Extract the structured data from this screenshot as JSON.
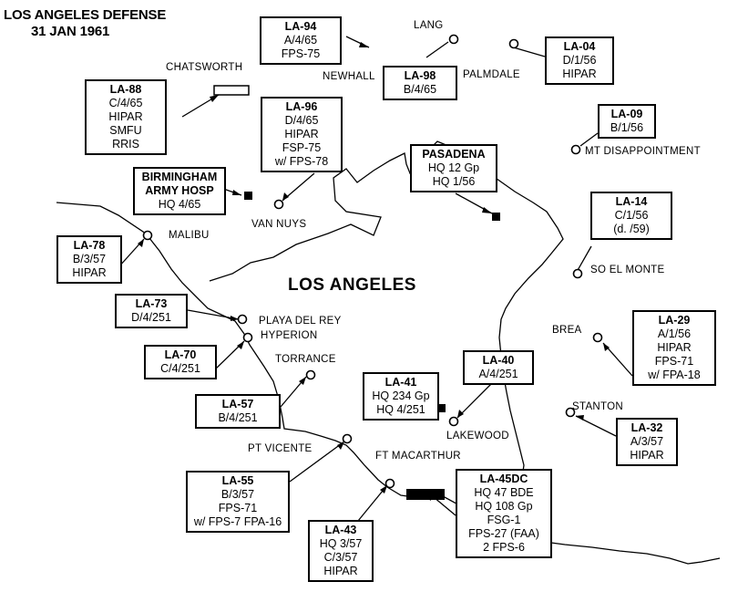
{
  "title": [
    "LOS ANGELES DEFENSE",
    "31 JAN 1961"
  ],
  "city_label": "LOS ANGELES",
  "sites": [
    {
      "id": "la94",
      "lines": [
        "LA-94",
        "A/4/65",
        "FPS-75"
      ]
    },
    {
      "id": "la98",
      "lines": [
        "LA-98",
        "B/4/65"
      ]
    },
    {
      "id": "la04",
      "lines": [
        "LA-04",
        "D/1/56",
        "HIPAR"
      ]
    },
    {
      "id": "la88",
      "lines": [
        "LA-88",
        "C/4/65",
        "HIPAR",
        "SMFU",
        "RRIS"
      ]
    },
    {
      "id": "la96",
      "lines": [
        "LA-96",
        "D/4/65",
        "HIPAR",
        "FSP-75",
        "w/ FPS-78"
      ]
    },
    {
      "id": "la09",
      "lines": [
        "LA-09",
        "B/1/56"
      ]
    },
    {
      "id": "birm",
      "lines": [
        "BIRMINGHAM",
        "ARMY HOSP",
        "HQ 4/65"
      ]
    },
    {
      "id": "pasa",
      "lines": [
        "PASADENA",
        "HQ 12 Gp",
        "HQ 1/56"
      ]
    },
    {
      "id": "la14",
      "lines": [
        "LA-14",
        "C/1/56",
        "(d. /59)"
      ]
    },
    {
      "id": "la78",
      "lines": [
        "LA-78",
        "B/3/57",
        "HIPAR"
      ]
    },
    {
      "id": "la73",
      "lines": [
        "LA-73",
        "D/4/251"
      ]
    },
    {
      "id": "la29",
      "lines": [
        "LA-29",
        "A/1/56",
        "HIPAR",
        "FPS-71",
        "w/ FPA-18"
      ]
    },
    {
      "id": "la70",
      "lines": [
        "LA-70",
        "C/4/251"
      ]
    },
    {
      "id": "la40",
      "lines": [
        "LA-40",
        "A/4/251"
      ]
    },
    {
      "id": "la41",
      "lines": [
        "LA-41",
        "HQ 234 Gp",
        "HQ 4/251"
      ]
    },
    {
      "id": "la57",
      "lines": [
        "LA-57",
        "B/4/251"
      ]
    },
    {
      "id": "la32",
      "lines": [
        "LA-32",
        "A/3/57",
        "HIPAR"
      ]
    },
    {
      "id": "la55",
      "lines": [
        "LA-55",
        "B/3/57",
        "FPS-71",
        "w/ FPS-7  FPA-16"
      ]
    },
    {
      "id": "la45",
      "lines": [
        "LA-45DC",
        "HQ 47 BDE",
        "HQ 108 Gp",
        "FSG-1",
        "FPS-27 (FAA)",
        "2 FPS-6"
      ]
    },
    {
      "id": "la43",
      "lines": [
        "LA-43",
        "HQ 3/57",
        "C/3/57",
        "HIPAR"
      ]
    }
  ],
  "places": {
    "lang": "LANG",
    "chatsworth": "CHATSWORTH",
    "newhall": "NEWHALL",
    "palmdale": "PALMDALE",
    "mtdis": "MT DISAPPOINTMENT",
    "vannuys": "VAN NUYS",
    "malibu": "MALIBU",
    "soelmonte": "SO EL MONTE",
    "playa": "PLAYA DEL REY",
    "hyperion": "HYPERION",
    "brea": "BREA",
    "torrance": "TORRANCE",
    "lakewood": "LAKEWOOD",
    "stanton": "STANTON",
    "ptvicente": "PT VICENTE",
    "ftmac": "FT MACARTHUR"
  }
}
